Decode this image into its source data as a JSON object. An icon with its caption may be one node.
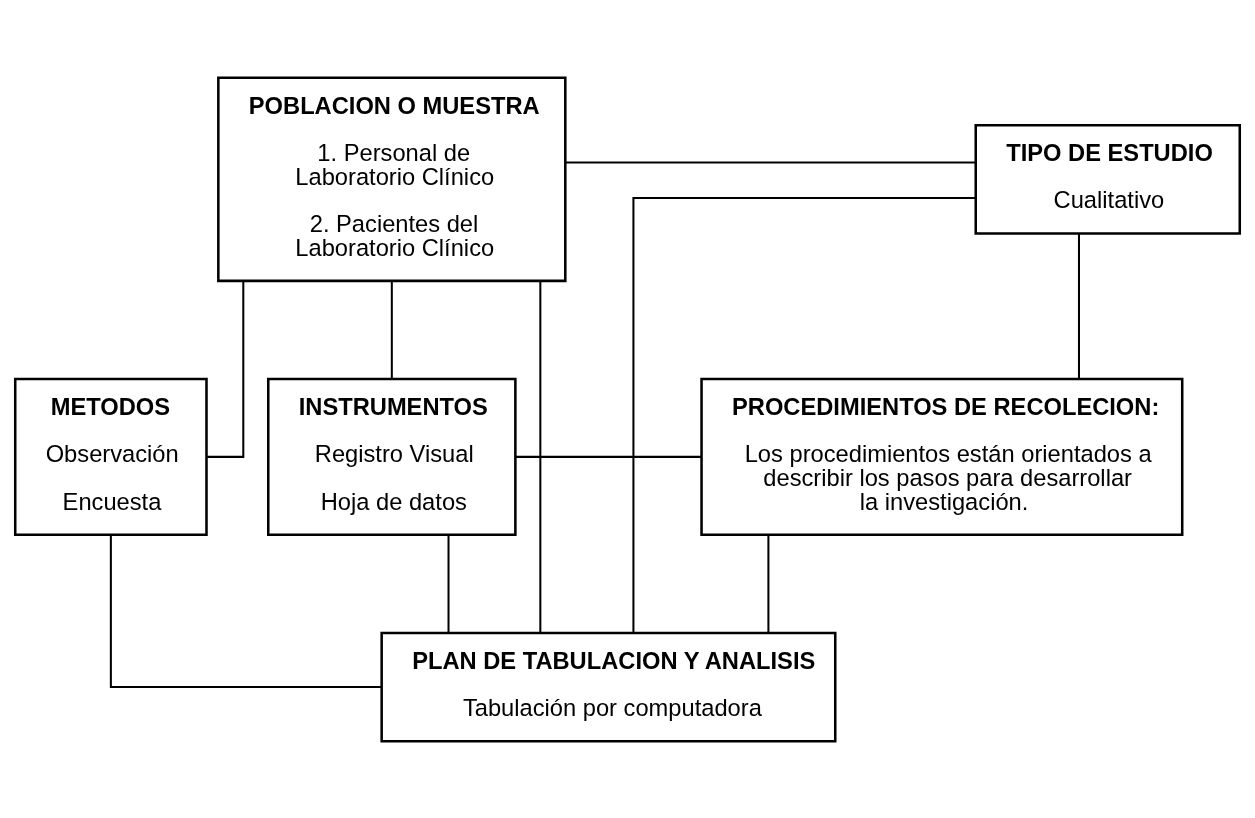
{
  "diagram": {
    "nodes": [
      {
        "text": [
          "POBLACION O MUESTRA",
          "1. Personal de Laboratorio Clínico",
          "2. Pacientes del Laboratorio Clínico"
        ]
      },
      {
        "text": [
          "TIPO DE ESTUDIO",
          "Cualitativo"
        ]
      },
      {
        "text": [
          "METODOS",
          "Observación",
          "Encuesta"
        ]
      },
      {
        "text": [
          "INSTRUMENTOS",
          "Registro Visual",
          "Hoja de datos"
        ]
      },
      {
        "text": [
          "PROCEDIMIENTOS DE RECOLECION:",
          "Los procedimientos están orientados a describir los pasos para desarrollar la investigación."
        ]
      },
      {
        "text": [
          "PLAN DE TABULACION Y ANALISIS",
          "Tabulación por computadora"
        ]
      }
    ],
    "edges": [
      {
        "from": 0,
        "to": 1,
        "arrow": "none"
      },
      {
        "from": 0,
        "to": 5,
        "arrow": "none"
      },
      {
        "from": 1,
        "to": 5,
        "arrow": "none"
      },
      {
        "from": 0,
        "to": 2,
        "arrow": "none"
      },
      {
        "from": 0,
        "to": 3,
        "arrow": "none"
      },
      {
        "from": 1,
        "to": 4,
        "arrow": "none"
      },
      {
        "from": 3,
        "to": 4,
        "arrow": "none"
      },
      {
        "from": 2,
        "to": 5,
        "arrow": "none"
      },
      {
        "from": 3,
        "to": 5,
        "arrow": "none"
      },
      {
        "from": 4,
        "to": 5,
        "arrow": "none"
      }
    ]
  }
}
